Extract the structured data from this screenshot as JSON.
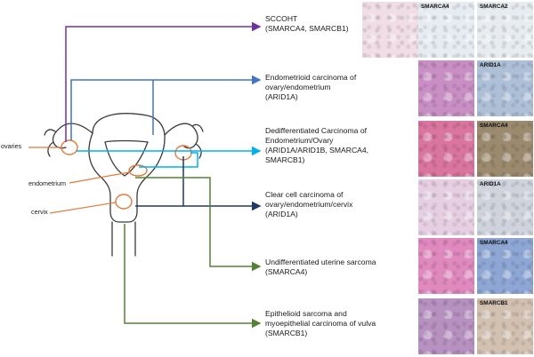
{
  "organs": {
    "ovaries": "ovaries",
    "endometrium": "endometrium",
    "cervix": "cervix"
  },
  "entities": [
    {
      "id": "sccoht",
      "lines": [
        "SCCOHT",
        "(SMARCA4, SMARCB1)"
      ],
      "line_color": "#7030a0",
      "he_color": "#f1dde6",
      "stains": [
        {
          "label": "SMARCA4",
          "color": "#e6ecf2"
        },
        {
          "label": "SMARCA2",
          "color": "#e7ecf0"
        }
      ]
    },
    {
      "id": "endometrioid",
      "lines": [
        "Endometrioid carcinoma of",
        "ovary/endometrium",
        "(ARID1A)"
      ],
      "line_color": "#4472c4",
      "he_color": "#c98fc4",
      "stains": [
        {
          "label": "ARID1A",
          "color": "#aebfd8"
        }
      ]
    },
    {
      "id": "dedifferentiated",
      "lines": [
        "Dedifferentiated Carcinoma of",
        "Endometrium/Ovary",
        "(ARID1A/ARID1B, SMARCA4,",
        "SMARCB1)"
      ],
      "line_color": "#00b0f0",
      "he_color": "#d9759f",
      "stains": [
        {
          "label": "SMARCA4",
          "color": "#9c8a6e"
        }
      ]
    },
    {
      "id": "clear-cell",
      "lines": [
        "Clear cell carcinoma of",
        "ovary/endometrium/cervix",
        "(ARID1A)"
      ],
      "line_color": "#1f3864",
      "he_color": "#e7cfe3",
      "stains": [
        {
          "label": "ARID1A",
          "color": "#cfd3dc"
        }
      ]
    },
    {
      "id": "undifferentiated-uterine-sarcoma",
      "lines": [
        "Undifferentiated uterine sarcoma",
        "(SMARCA4)"
      ],
      "line_color": "#548235",
      "he_color": "#e089bf",
      "stains": [
        {
          "label": "SMARCA4",
          "color": "#8da6d4"
        }
      ]
    },
    {
      "id": "epithelioid-sarcoma",
      "lines": [
        "Epithelioid sarcoma and",
        "myoepithelial carcinoma of vulva",
        "(SMARCB1)"
      ],
      "line_color": "#548235",
      "he_color": "#b791c0",
      "stains": [
        {
          "label": "SMARCB1",
          "color": "#d2c0b1"
        }
      ]
    }
  ],
  "colors": {
    "organ_outline": "#3a3a3a",
    "organ_marker": "#e07b39"
  }
}
